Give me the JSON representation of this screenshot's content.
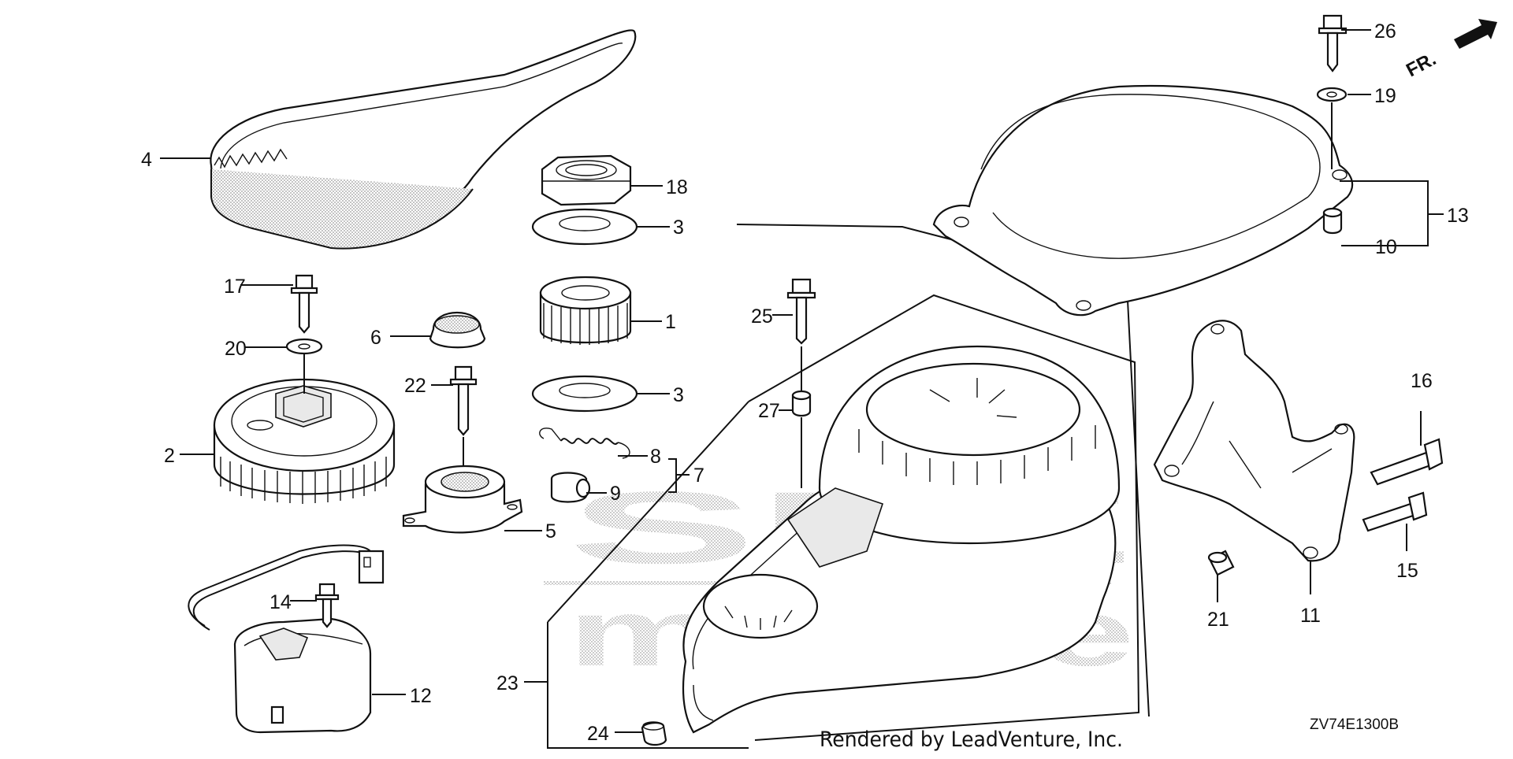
{
  "diagram": {
    "drawing_code": "ZV74E1300B",
    "footer_text": "Rendered by LeadVenture, Inc.",
    "front_marker": "FR.",
    "watermark_line1": "SEE",
    "watermark_line2": "marine",
    "callouts": {
      "1": "1",
      "2": "2",
      "3a": "3",
      "3b": "3",
      "4": "4",
      "5": "5",
      "6": "6",
      "7": "7",
      "8": "8",
      "9": "9",
      "10": "10",
      "11": "11",
      "12": "12",
      "13": "13",
      "14": "14",
      "15": "15",
      "16": "16",
      "17": "17",
      "18": "18",
      "19": "19",
      "20": "20",
      "21": "21",
      "22": "22",
      "23": "23",
      "24": "24",
      "25": "25",
      "26": "26",
      "27": "27"
    }
  }
}
